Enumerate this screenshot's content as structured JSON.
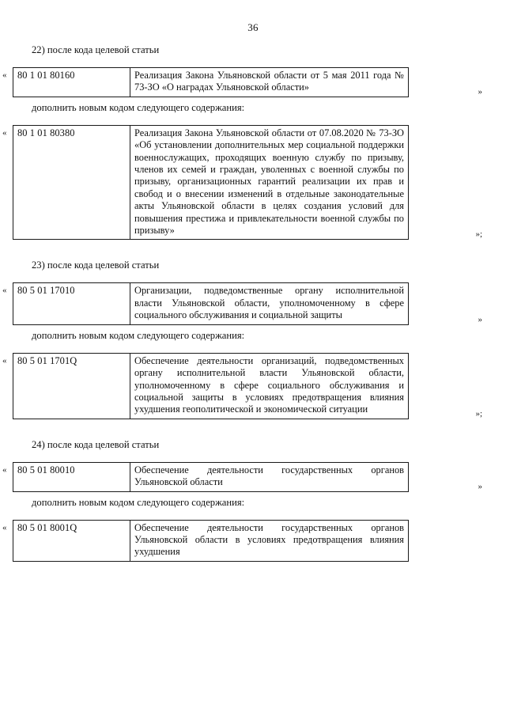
{
  "page": {
    "number": "36"
  },
  "marks": {
    "open_quote": "«",
    "close_quote": "»",
    "close_quote_semicolon": "»;"
  },
  "note_text": "дополнить новым кодом следующего содержания:",
  "sections": [
    {
      "heading": "22) после кода целевой статьи",
      "existing": {
        "code": "80 1 01 80160",
        "description": "Реализация Закона Ульяновской области от 5 мая 2011 года № 73-ЗО «О наградах Ульяновской области»",
        "closing": "»"
      },
      "added": {
        "code": "80 1 01 80380",
        "description": "Реализация Закона Ульяновской области от 07.08.2020 № 73-ЗО «Об установлении дополнительных мер социальной поддержки военнослужащих, проходящих военную службу по призыву, членов их семей и граждан, уволенных с военной службы по призыву, организационных гарантий реализации их прав и свобод и о внесении изменений в отдельные законодательные акты Ульяновской области в целях создания условий для повышения престижа и привлекательности военной службы по призыву»",
        "closing": "»;"
      }
    },
    {
      "heading": "23) после кода целевой статьи",
      "existing": {
        "code": "80 5 01 17010",
        "description": "Организации, подведомственные органу исполнительной власти Ульяновской области, уполномоченному в сфере социального обслуживания и социальной защиты",
        "closing": "»"
      },
      "added": {
        "code": "80 5 01 1701Q",
        "description": "Обеспечение деятельности организаций, подведомственных органу исполнительной власти Ульяновской области, уполномоченному в сфере социального обслуживания и социальной защиты в условиях предотвращения влияния ухудшения геополитической и экономической ситуации",
        "closing": "»;"
      }
    },
    {
      "heading": "24) после кода целевой статьи",
      "existing": {
        "code": "80 5 01 80010",
        "description": "Обеспечение деятельности государственных органов Ульяновской области",
        "closing": "»"
      },
      "added": {
        "code": "80 5 01 8001Q",
        "description": "Обеспечение деятельности государственных органов Ульяновской области в условиях предотвращения влияния ухудшения",
        "closing": ""
      }
    }
  ]
}
